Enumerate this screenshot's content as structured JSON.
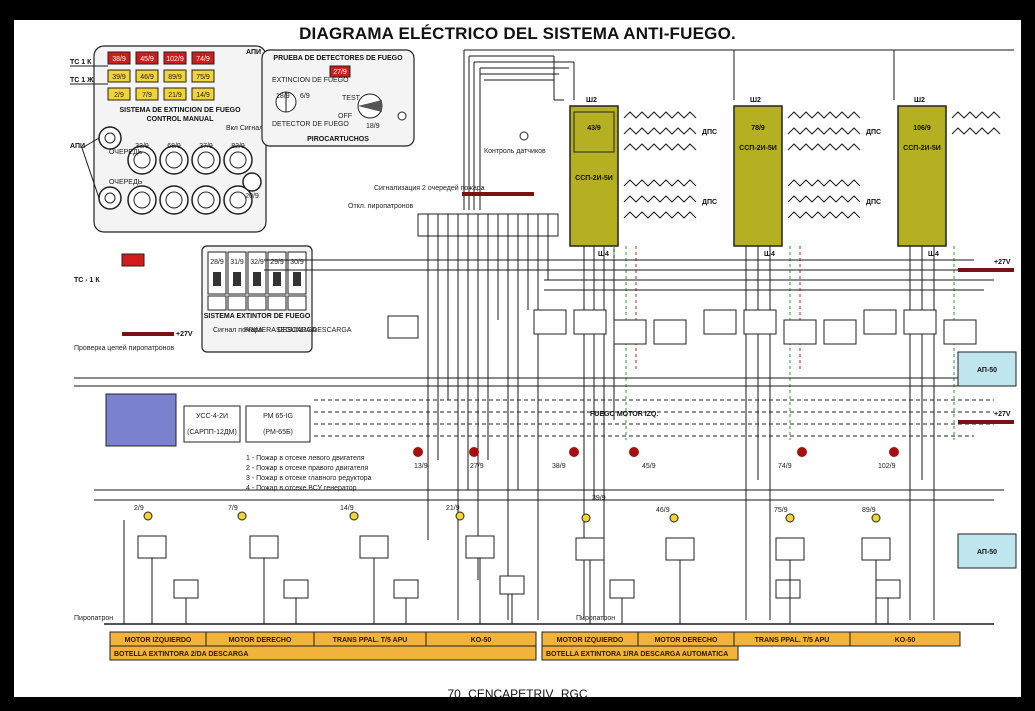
{
  "title": "DIAGRAMA ELÉCTRICO DEL SISTEMA ANTI-FUEGO.",
  "footer": "70   CENCAPETRIV  RGC",
  "control_panel": {
    "title": "SISTEMA DE EXTINCION DE FUEGO",
    "subtitle": "CONTROL MANUAL",
    "row_labels": [
      "ТС 1 К",
      "ТС 1 Ж"
    ],
    "lamp_row1": [
      "38/9",
      "45/9",
      "102/9",
      "74/9"
    ],
    "lamp_row2": [
      "39/9",
      "46/9",
      "89/9",
      "75/9"
    ],
    "lamp_row3": [
      "2/9",
      "7/9",
      "21/9",
      "14/9"
    ],
    "left_label": "АПИ",
    "row_a": "ОЧЕРЕДЬ",
    "row_b": "ОЧЕРЕДЬ",
    "knobs_top": [
      "33/9",
      "68/9",
      "37/9",
      "82/9"
    ],
    "knobs_bottom": [
      "",
      "",
      "",
      ""
    ],
    "right_label": "Вкл Сигнал пожара",
    "right_knob": "20/9"
  },
  "test_panel": {
    "title": "PRUEBA DE DETECTORES DE FUEGO",
    "lamp": "27/9",
    "extincion": "EXTINCION DE FUEGO",
    "detector": "DETECTOR DE FUEGO",
    "test": "TEST",
    "off": "OFF",
    "sw_a": "18/9",
    "sw_b": "6/9",
    "sw_c": "18/9",
    "bottom": "PIROCARTUCHOS",
    "side_label": "АПИ"
  },
  "extintor_panel": {
    "title": "SISTEMA EXTINTOR DE FUEGO",
    "switches": [
      "28/9",
      "31/9",
      "32/9",
      "29/9",
      "30/9"
    ],
    "col_labels": [
      "Сигнал пожара",
      "PRIMERA DESCARGA",
      "SEGUNDA DESCARGA"
    ],
    "left": "ТС - 1 К"
  },
  "labels": {
    "signalization": "Сигнализация 2 очередей пожара",
    "control": "Контроль датчиков",
    "ops_fire": "Откл. пиропатронов",
    "checks_left": "Проверка цепей пиропатронов",
    "fuego_motor": "FUEGO MOTOR IZQ.",
    "v27_a": "+27V",
    "v27_b": "+27V",
    "v27_c": "+27V",
    "dps": "ДПС",
    "ssp1": "ССП-2И-5И",
    "ssp2": "ССП-2И-5И",
    "ssp3": "ССП-2И-5И",
    "ssp1_id": "43/9",
    "ssp2_id": "78/9",
    "ssp3_id": "106/9",
    "w2": "Ш2",
    "w4": "Ш4",
    "lamps": [
      "13/9",
      "27/9",
      "38/9",
      "45/9",
      "74/9",
      "102/9"
    ],
    "relays": [
      "2/9",
      "7/9",
      "14/9",
      "21/9",
      "39/9",
      "46/9",
      "75/9",
      "89/9"
    ],
    "unit_left1": "УСС-4-2И",
    "unit_left1b": "(САРПП-12ДМ)",
    "unit_left2": "РМ 65-IG",
    "unit_left2b": "(РМ-65Б)",
    "unit_right1": "АП-50",
    "unit_right2": "АП-50",
    "legend_lines": [
      "1 - Пожар в отсеке левого двигателя",
      "2 - Пожар в отсеке правого двигателя",
      "3 - Пожар в отсеке главного редуктора",
      "4 - Пожар в отсеке ВСУ генератор"
    ]
  },
  "bottom_bars": {
    "left_top": [
      "MOTOR IZQUIERDO",
      "MOTOR DERECHO",
      "TRANS PPAL. T/5 APU",
      "KO-50"
    ],
    "left_bottom": "BOTELLA EXTINTORA 2/DA DESCARGA",
    "right_top": [
      "MOTOR IZQUIERDO",
      "MOTOR DERECHO",
      "TRANS PPAL. T/5 APU",
      "KO-50"
    ],
    "right_bottom": "BOTELLA EXTINTORA 1/RA DESCARGA AUTOMATICA",
    "pyro_left": "Пиропатрон",
    "pyro_right": "Пиропатрон"
  },
  "colors": {
    "sensor_unit": "#b5b021",
    "sensor_unit_dark": "#8f8a16",
    "bar_orange": "#f2b33d",
    "box_blue_dark": "#7b80cf",
    "box_blue_light": "#bfe6ee",
    "lamp_red": "#a51111",
    "lamp_yellow": "#f2d433",
    "lamp_panel_red": "#d21b1b"
  }
}
